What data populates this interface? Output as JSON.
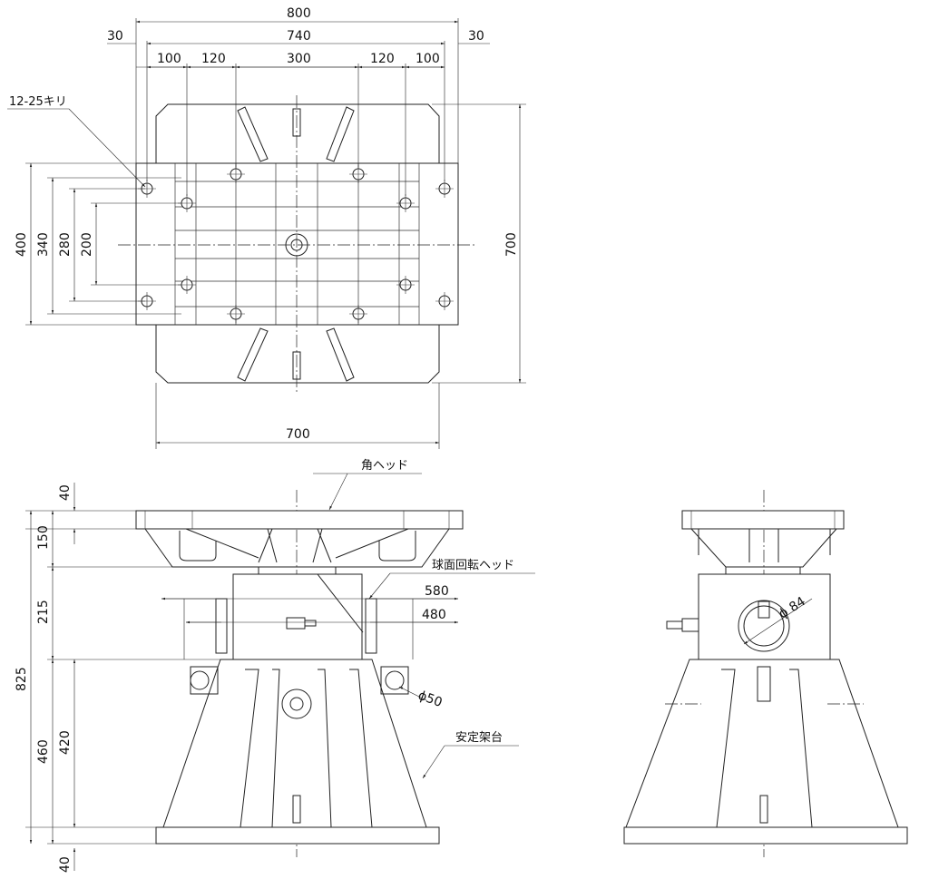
{
  "top_view": {
    "dims": {
      "d800": "800",
      "d740": "740",
      "d30_left": "30",
      "d30_right": "30",
      "d100_left": "100",
      "d120_left": "120",
      "d300": "300",
      "d120_right": "120",
      "d100_right": "100",
      "d700_height": "700",
      "d700_width": "700",
      "d400": "400",
      "d340": "340",
      "d280": "280",
      "d200": "200"
    },
    "hole_label": "12-25キリ"
  },
  "front_view": {
    "dims": {
      "d40_top": "40",
      "d150": "150",
      "d215": "215",
      "d825": "825",
      "d420": "420",
      "d460": "460",
      "d40_bottom": "40",
      "d580": "580",
      "d480": "480",
      "phi50": "ϕ50"
    },
    "labels": {
      "square_head": "角ヘッド",
      "spherical_head": "球面回転ヘッド",
      "stable_stand": "安定架台"
    }
  },
  "side_view": {
    "dims": {
      "phi84": "ϕ 84"
    }
  }
}
